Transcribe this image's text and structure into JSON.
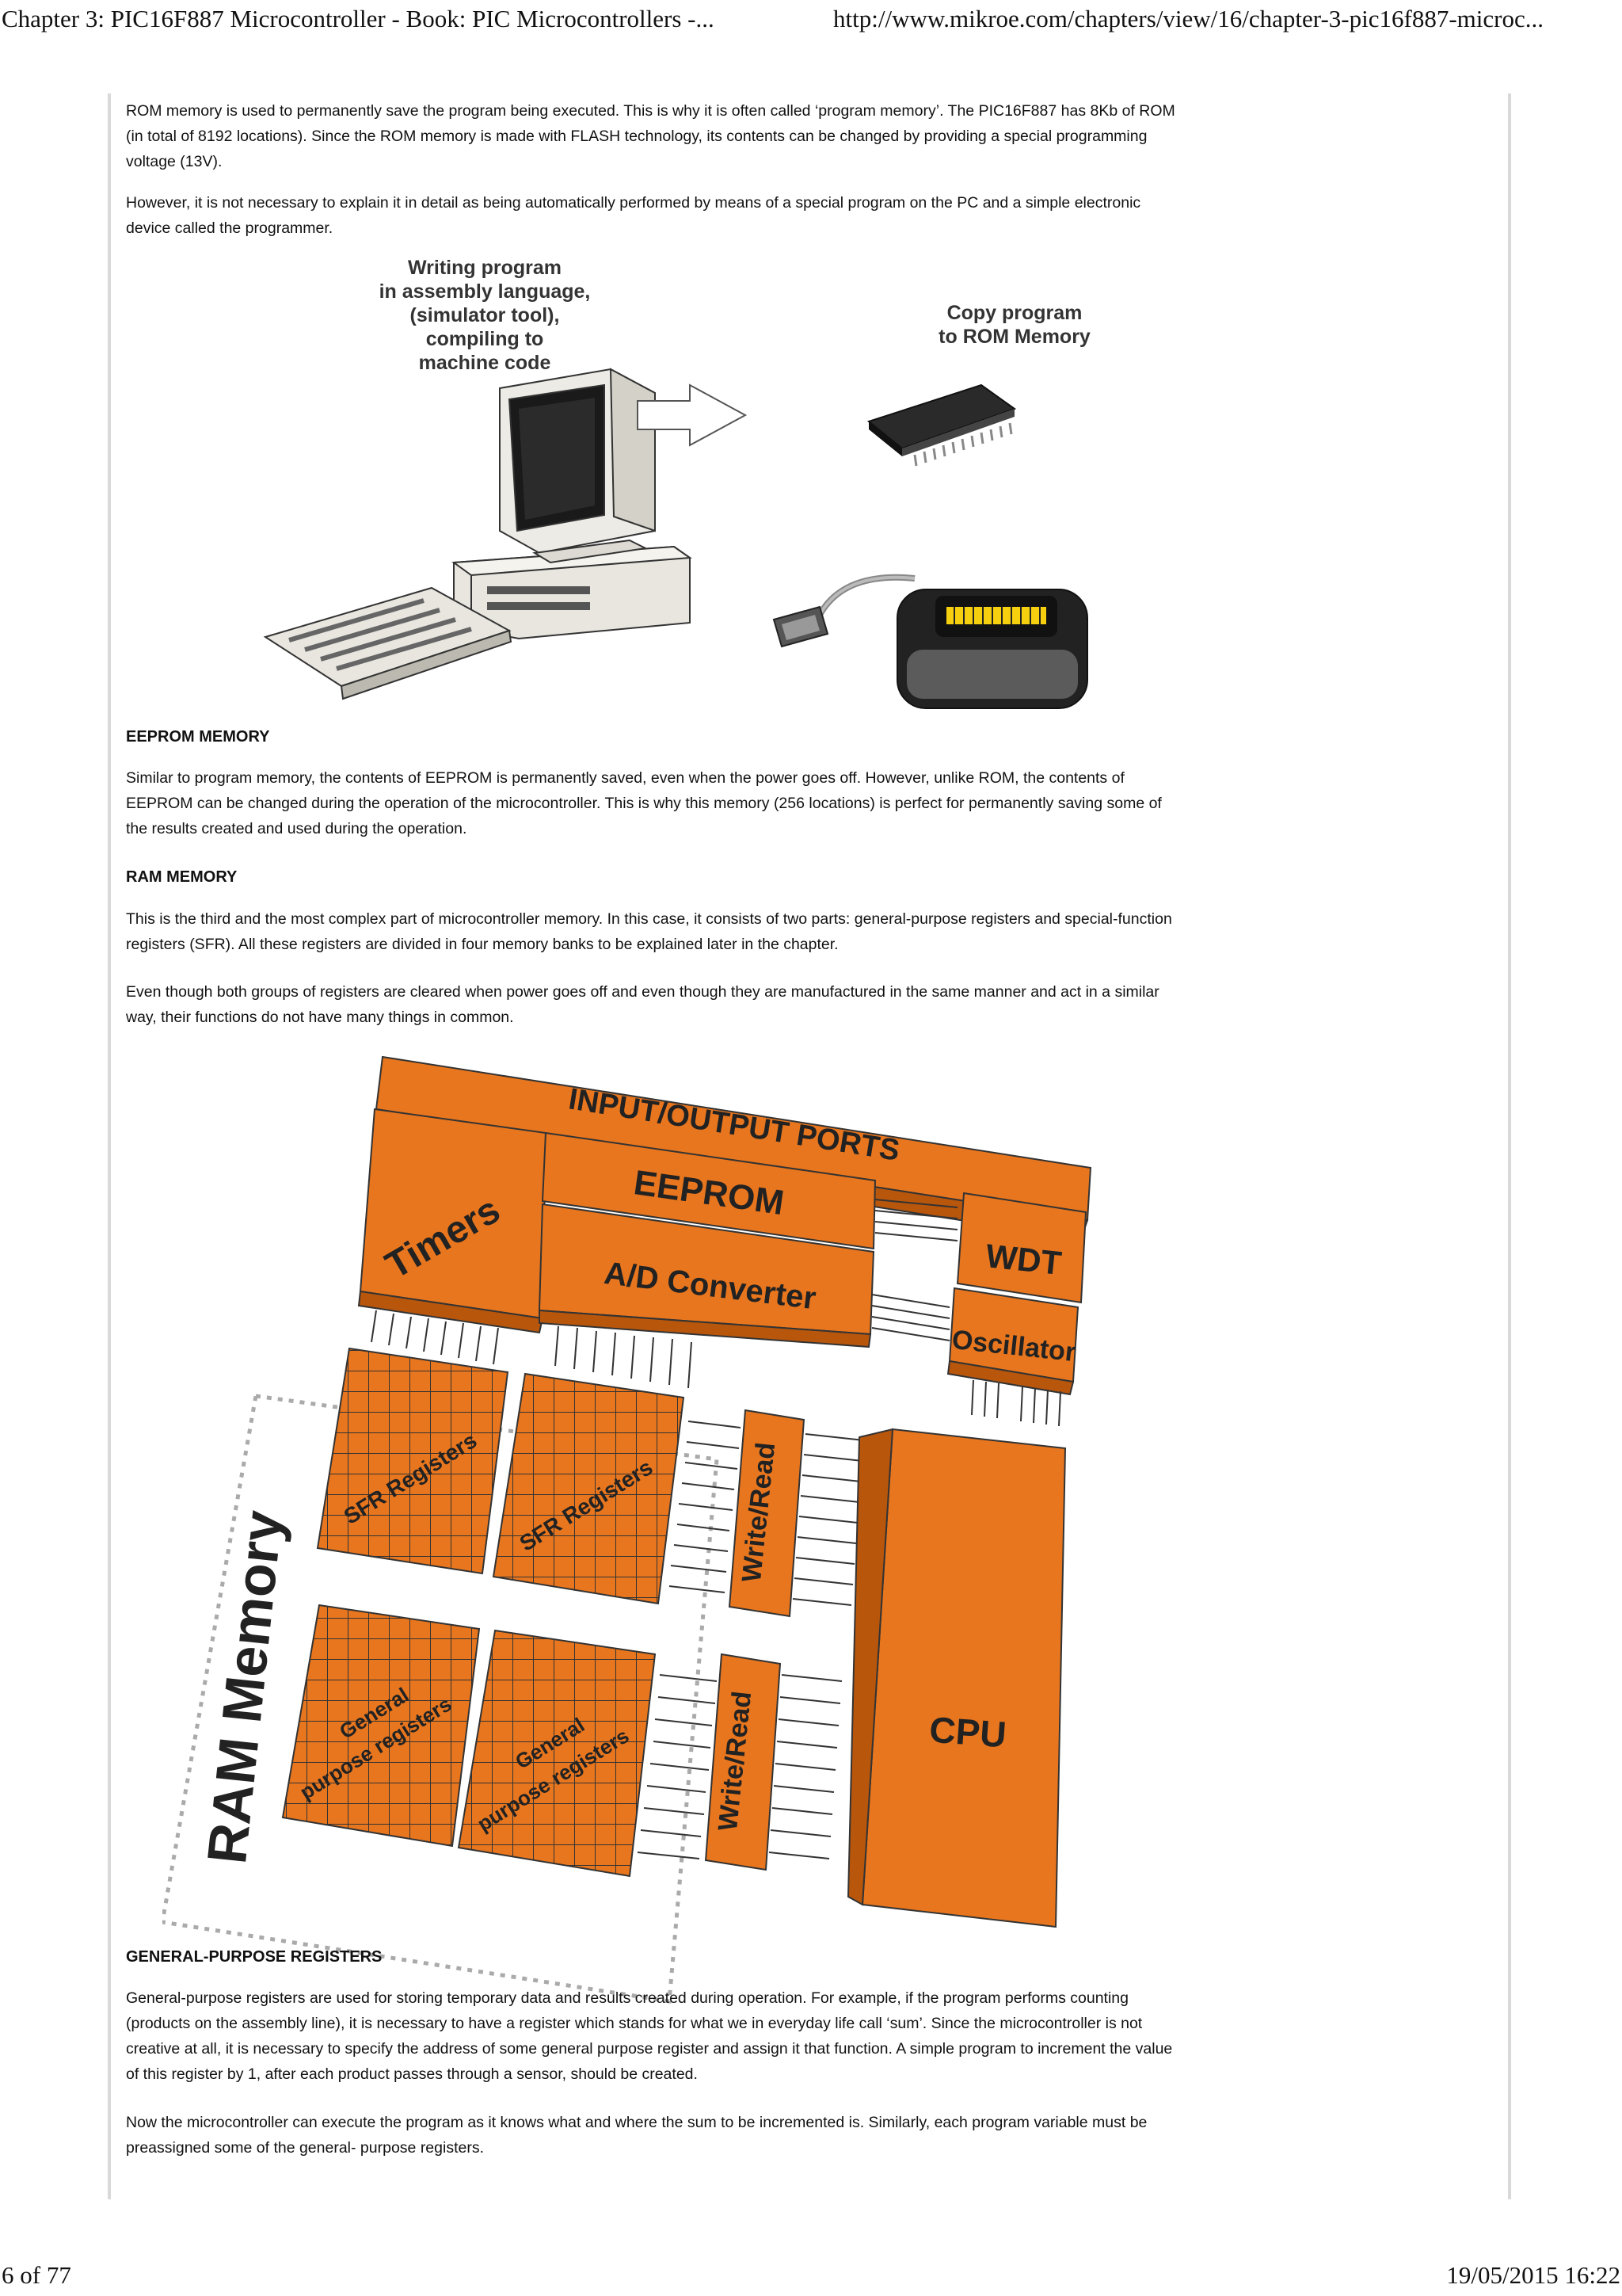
{
  "header": {
    "title": "Chapter 3: PIC16F887 Microcontroller - Book: PIC Microcontrollers -...",
    "url": "http://www.mikroe.com/chapters/view/16/chapter-3-pic16f887-microc..."
  },
  "footer": {
    "page": "6 of 77",
    "datetime": "19/05/2015 16:22"
  },
  "rom": {
    "para1": "ROM memory is used to permanently save the program being executed. This is why it is often called ‘program memory’. The PIC16F887 has 8Kb of ROM (in total of 8192 locations). Since the ROM memory is made with FLASH technology, its contents can be changed by providing a special programming voltage (13V).",
    "para2": "However, it is not necessary to explain it in detail as being automatically performed by means of a special program on the PC and a simple electronic device called the programmer."
  },
  "figure1": {
    "left_caption": [
      "Writing program",
      "in assembly language,",
      "(simulator tool),",
      "compiling to",
      "machine code"
    ],
    "right_caption": [
      "Copy program",
      "to ROM Memory"
    ]
  },
  "eeprom": {
    "heading": "EEPROM MEMORY",
    "para": "Similar to program memory, the contents of EEPROM is permanently saved, even when the power goes off. However, unlike ROM, the contents of EEPROM can be changed during the operation of the microcontroller. This is why this memory (256 locations) is perfect for permanently saving some of the results created and used during the operation."
  },
  "ram": {
    "heading": "RAM MEMORY",
    "para1": "This is the third and the most complex part of microcontroller memory. In this case, it consists of two parts: general-purpose registers and special-function registers (SFR). All these registers are divided in four memory banks to be explained later in the chapter.",
    "para2": "Even though both groups of registers are cleared when power goes off and even though they are manufactured in the same manner and act in a similar way, their functions do not have many things in common."
  },
  "figure2": {
    "io_ports": "INPUT/OUTPUT PORTS",
    "timers": "Timers",
    "eeprom": "EEPROM",
    "adc": "A/D Converter",
    "wdt": "WDT",
    "oscillator": "Oscillator",
    "ram_memory": "RAM Memory",
    "sfr1": "SFR Registers",
    "sfr2": "SFR Registers",
    "gpr1_line1": "General",
    "gpr1_line2": "purpose registers",
    "gpr2_line1": "General",
    "gpr2_line2": "purpose registers",
    "write_read1": "Write/Read",
    "write_read2": "Write/Read",
    "cpu": "CPU",
    "colors": {
      "block": "#e8761e",
      "block_dark": "#b8560c",
      "outline": "#333333"
    }
  },
  "gpr": {
    "heading": "GENERAL-PURPOSE REGISTERS",
    "para1": "General-purpose registers are used for storing temporary data and results created during operation. For example, if the program performs counting (products on the assembly line), it is necessary to have a register which stands for what we in everyday life call ‘sum’. Since the microcontroller is not creative at all, it is necessary to specify the address of some general purpose register and assign it that function. A simple program to increment the value of this register by 1, after each product passes through a sensor, should be created.",
    "para2": "Now the microcontroller can execute the program as it knows what and where the sum to be incremented is. Similarly, each program variable must be preassigned some of the general- purpose registers."
  }
}
